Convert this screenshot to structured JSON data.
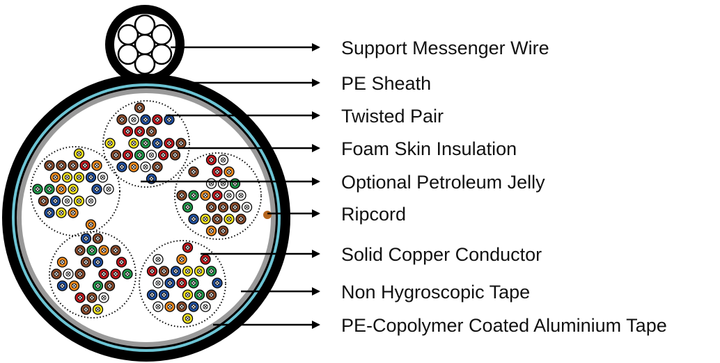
{
  "diagram": {
    "labels": [
      "Support Messenger Wire",
      "PE Sheath",
      "Twisted Pair",
      "Foam Skin Insulation",
      "Optional Petroleum Jelly",
      "Ripcord",
      "Solid Copper Conductor",
      "Non Hygroscopic Tape",
      "PE-Copolymer Coated Aluminium Tape"
    ],
    "colors": {
      "sheath": "#000000",
      "aluminium_tape": "#6cc4d4",
      "hygroscopic_tape": "#999999",
      "ripcord": "#b5651d",
      "wire_colors": [
        "#ffffff",
        "#c4161c",
        "#1f9a4a",
        "#8a4a2a",
        "#1f4fa0",
        "#f08a1c",
        "#f2e21c"
      ]
    }
  }
}
